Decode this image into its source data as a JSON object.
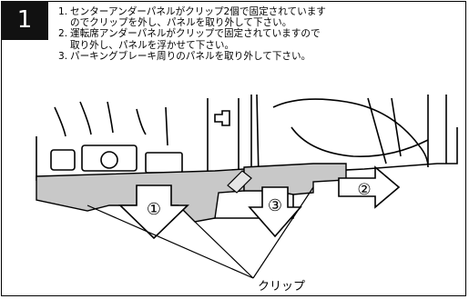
{
  "step": {
    "number": "1"
  },
  "instructions": [
    {
      "num": "1.",
      "lines": [
        "センターアンダーパネルがクリップ2個で固定されています",
        "のでクリップを外し、パネルを取り外して下さい。"
      ]
    },
    {
      "num": "2.",
      "lines": [
        "運転席アンダーパネルがクリップで固定されていますので",
        "取り外し、パネルを浮かせて下さい。"
      ]
    },
    {
      "num": "3.",
      "lines": [
        "パーキングブレーキ周りのパネルを取り外して下さい。"
      ]
    }
  ],
  "figure": {
    "arrow_labels": [
      "①",
      "③",
      "②"
    ],
    "clip_label": "クリップ",
    "panel_fill": "#c8c8c8"
  }
}
